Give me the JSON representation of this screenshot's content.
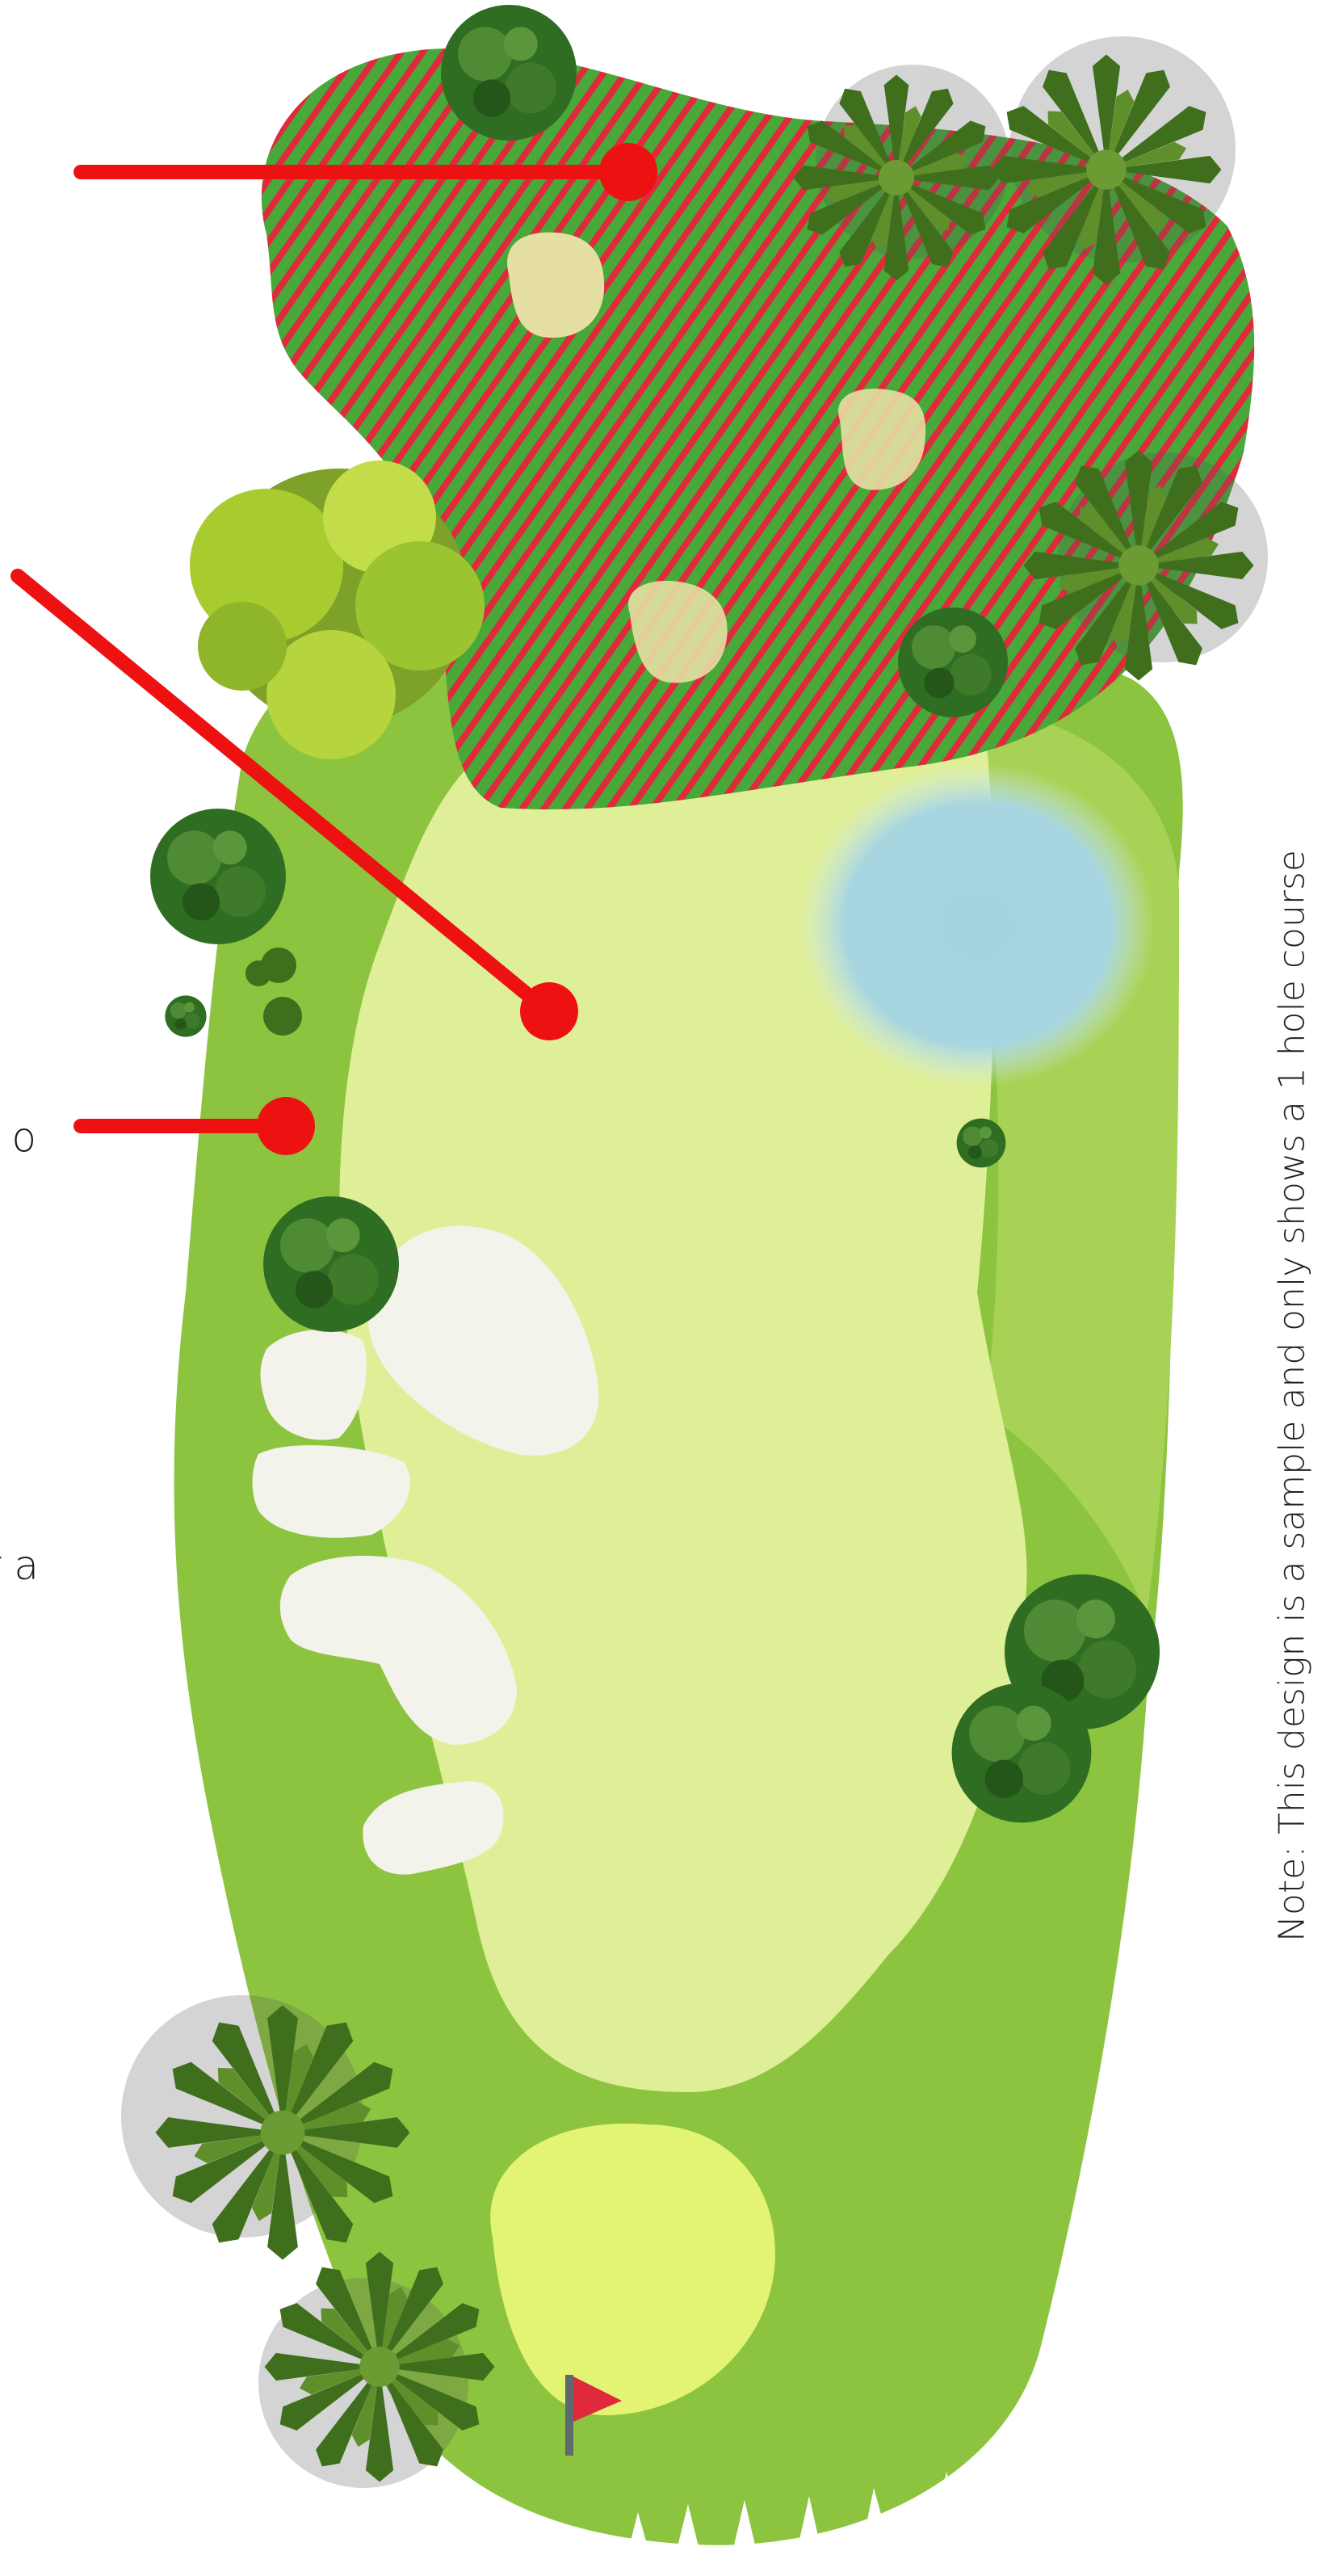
{
  "labels": {
    "tee_fragment": "o",
    "bunkers_fragment": "r a"
  },
  "note": "Note: This design is a sample and only shows a 1 hole course",
  "colors": {
    "rough": "#8cc43f",
    "light_rough": "#a8d255",
    "fairway": "#dfef98",
    "green": "#e3f374",
    "bunker": "#f3f3eb",
    "hazard_stripe_red": "#e02a3c",
    "hazard_stripe_green": "#48a83a",
    "water": "#a8d6e0",
    "pointer": "#ee1111",
    "flag": "#e02a3c",
    "palm": "#3f6f1d",
    "bush_dark": "#2f6e22",
    "bush_light": "#a8cc2f"
  },
  "icons": [
    "flag-icon",
    "palm-tree-icon",
    "bush-icon",
    "water-hazard-icon",
    "sand-bunker-icon"
  ]
}
